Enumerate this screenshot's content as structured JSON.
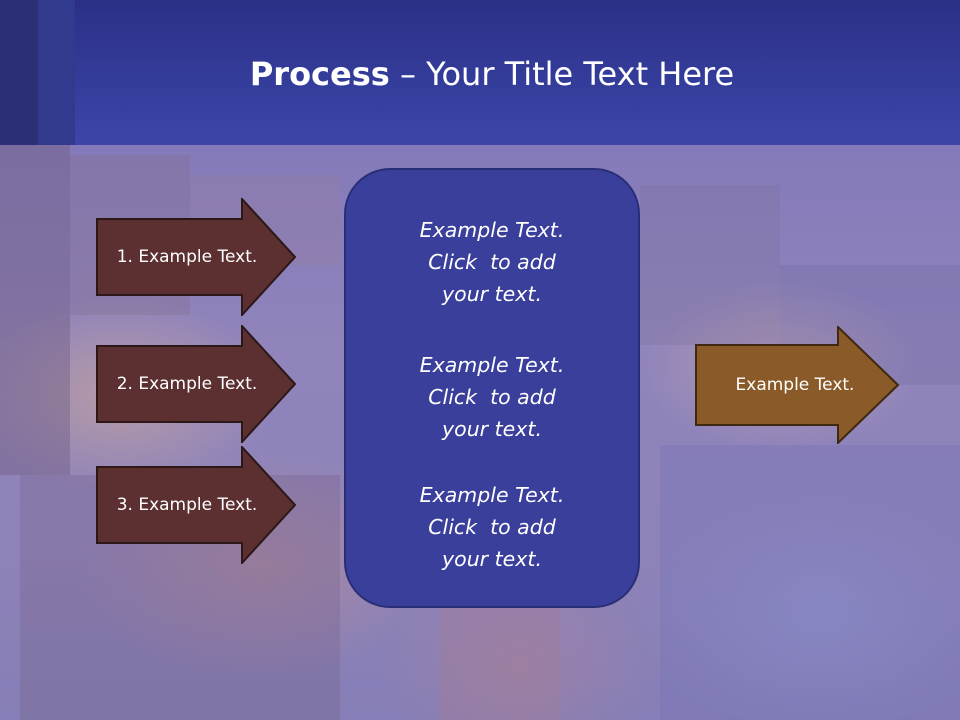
{
  "title": {
    "bold": "Process",
    "rest": " – Your Title Text Here"
  },
  "left_steps": [
    {
      "label": "1. Example Text."
    },
    {
      "label": "2. Example Text."
    },
    {
      "label": "3. Example Text."
    }
  ],
  "center_box": {
    "paragraphs": [
      {
        "line1": "Example Text.",
        "line2": "Click  to add",
        "line3": "your text."
      },
      {
        "line1": "Example Text.",
        "line2": "Click  to add",
        "line3": "your text."
      },
      {
        "line1": "Example Text.",
        "line2": "Click  to add",
        "line3": "your text."
      }
    ]
  },
  "right_step": {
    "label": "Example Text."
  },
  "colors": {
    "title_band": "#343c9a",
    "left_arrow_fill": "#5c3030",
    "center_box_fill": "#3a3f9c",
    "right_arrow_fill": "#8a5a28"
  }
}
